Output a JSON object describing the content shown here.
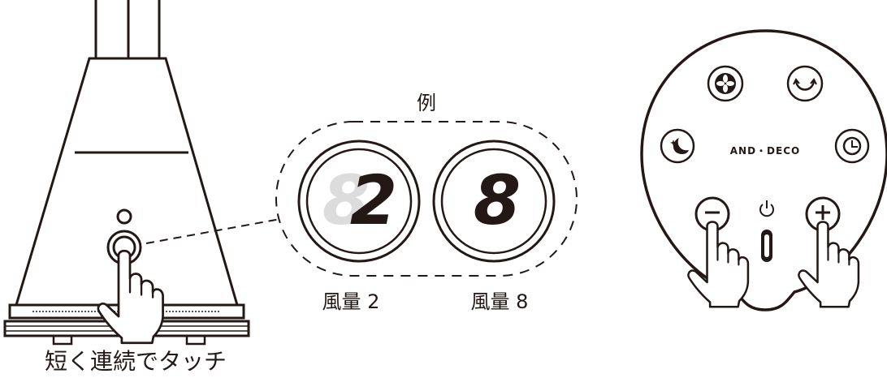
{
  "caption": {
    "example_label": "例",
    "left_caption": "短く連続でタッチ",
    "display_a_label": "風量 2",
    "display_b_label": "風量 8"
  },
  "displays": [
    {
      "digit": "2",
      "ghost_digit": "8"
    },
    {
      "digit": "8",
      "ghost_digit": ""
    }
  ],
  "remote": {
    "brand": "AND・DECO",
    "buttons": [
      {
        "name": "fan-mode",
        "icon": "fan-icon"
      },
      {
        "name": "swing",
        "icon": "swing-arrow-icon"
      },
      {
        "name": "sleep",
        "icon": "moon-icon"
      },
      {
        "name": "timer",
        "icon": "clock-icon"
      },
      {
        "name": "minus",
        "icon": "minus-icon"
      },
      {
        "name": "power",
        "icon": "power-icon"
      },
      {
        "name": "plus",
        "icon": "plus-icon"
      }
    ]
  },
  "colors": {
    "ink": "#231815",
    "ghost": "#dcdcdc"
  }
}
